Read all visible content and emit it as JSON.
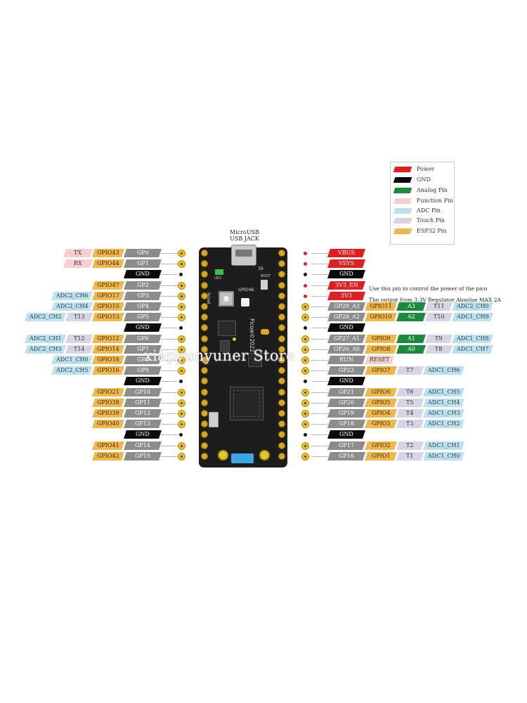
{
  "usb": {
    "line1": "MicroUSB",
    "line2": "USB JACK"
  },
  "legend": [
    {
      "label": "Power",
      "color": "#e21d1d"
    },
    {
      "label": "GND",
      "color": "#0b0b0b"
    },
    {
      "label": "Analog Pin",
      "color": "#1a8a3c"
    },
    {
      "label": "Function Pin",
      "color": "#f6cfcf"
    },
    {
      "label": "ADC Pin",
      "color": "#bfe1ee"
    },
    {
      "label": "Touch Pin",
      "color": "#d6d5e6"
    },
    {
      "label": "ESP32 Pin",
      "color": "#f0b74c"
    }
  ],
  "notes": {
    "en": "Use this pin to control the power of the pico",
    "v3": "The output from 3.3V Regulator Absolue MAX 2A"
  },
  "board_text": {
    "reset": "Reset",
    "led": "LED",
    "gpio46": "GPIO46",
    "picow": "Picow©2022",
    "boot": "BOOT",
    "pin39": "39"
  },
  "left_pins": [
    {
      "labels": [
        {
          "t": "TX",
          "k": "func"
        },
        {
          "t": "GPIO43",
          "k": "esp"
        },
        {
          "t": "GP0",
          "k": "gp"
        }
      ]
    },
    {
      "labels": [
        {
          "t": "RX",
          "k": "func"
        },
        {
          "t": "GPIO44",
          "k": "esp"
        },
        {
          "t": "GP1",
          "k": "gp"
        }
      ]
    },
    {
      "labels": [
        {
          "t": "GND",
          "k": "gnd"
        }
      ]
    },
    {
      "labels": [
        {
          "t": "GPIO47",
          "k": "esp"
        },
        {
          "t": "GP2",
          "k": "gp"
        }
      ]
    },
    {
      "labels": [
        {
          "t": "ADC2_CH6",
          "k": "adc"
        },
        {
          "t": "GPIO17",
          "k": "esp"
        },
        {
          "t": "GP3",
          "k": "gp"
        }
      ]
    },
    {
      "labels": [
        {
          "t": "ADC2_CH4",
          "k": "adc"
        },
        {
          "t": "GPIO15",
          "k": "esp"
        },
        {
          "t": "GP4",
          "k": "gp"
        }
      ]
    },
    {
      "labels": [
        {
          "t": "ADC2_CH2",
          "k": "adc"
        },
        {
          "t": "T13",
          "k": "touch"
        },
        {
          "t": "GPIO13",
          "k": "esp"
        },
        {
          "t": "GP5",
          "k": "gp"
        }
      ]
    },
    {
      "labels": [
        {
          "t": "GND",
          "k": "gnd"
        }
      ]
    },
    {
      "labels": [
        {
          "t": "ADC2_CH1",
          "k": "adc"
        },
        {
          "t": "T12",
          "k": "touch"
        },
        {
          "t": "GPIO12",
          "k": "esp"
        },
        {
          "t": "GP6",
          "k": "gp"
        }
      ]
    },
    {
      "labels": [
        {
          "t": "ADC2_CH3",
          "k": "adc"
        },
        {
          "t": "T14",
          "k": "touch"
        },
        {
          "t": "GPIO14",
          "k": "esp"
        },
        {
          "t": "GP7",
          "k": "gp"
        }
      ]
    },
    {
      "labels": [
        {
          "t": "ADC1_CH0",
          "k": "adc"
        },
        {
          "t": "GPIO18",
          "k": "esp"
        },
        {
          "t": "GP8",
          "k": "gp"
        }
      ]
    },
    {
      "labels": [
        {
          "t": "ADC2_CH5",
          "k": "adc"
        },
        {
          "t": "GPIO16",
          "k": "esp"
        },
        {
          "t": "GP9",
          "k": "gp"
        }
      ]
    },
    {
      "labels": [
        {
          "t": "GND",
          "k": "gnd"
        }
      ]
    },
    {
      "labels": [
        {
          "t": "GPIO21",
          "k": "esp"
        },
        {
          "t": "GP10",
          "k": "gp"
        }
      ]
    },
    {
      "labels": [
        {
          "t": "GPIO38",
          "k": "esp"
        },
        {
          "t": "GP11",
          "k": "gp"
        }
      ]
    },
    {
      "labels": [
        {
          "t": "GPIO39",
          "k": "esp"
        },
        {
          "t": "GP12",
          "k": "gp"
        }
      ]
    },
    {
      "labels": [
        {
          "t": "GPIO40",
          "k": "esp"
        },
        {
          "t": "GP13",
          "k": "gp"
        }
      ]
    },
    {
      "labels": [
        {
          "t": "GND",
          "k": "gnd"
        }
      ]
    },
    {
      "labels": [
        {
          "t": "GPIO41",
          "k": "esp"
        },
        {
          "t": "GP14",
          "k": "gp"
        }
      ]
    },
    {
      "labels": [
        {
          "t": "GPIO42",
          "k": "esp"
        },
        {
          "t": "GP15",
          "k": "gp"
        }
      ]
    }
  ],
  "right_pins": [
    {
      "labels": [
        {
          "t": "VBUS",
          "k": "power"
        }
      ]
    },
    {
      "labels": [
        {
          "t": "VSYS",
          "k": "power"
        }
      ]
    },
    {
      "labels": [
        {
          "t": "GND",
          "k": "gnd"
        }
      ]
    },
    {
      "labels": [
        {
          "t": "3V3_EN",
          "k": "power"
        }
      ]
    },
    {
      "labels": [
        {
          "t": "3V3",
          "k": "power"
        }
      ]
    },
    {
      "labels": [
        {
          "t": "GP28_A3",
          "k": "gp"
        },
        {
          "t": "GPIO11",
          "k": "esp"
        },
        {
          "t": "A3",
          "k": "analog"
        },
        {
          "t": "T11",
          "k": "touch"
        },
        {
          "t": "ADC2_CH0",
          "k": "adc"
        }
      ]
    },
    {
      "labels": [
        {
          "t": "GP28_A2",
          "k": "gp"
        },
        {
          "t": "GPIO10",
          "k": "esp"
        },
        {
          "t": "A2",
          "k": "analog"
        },
        {
          "t": "T10",
          "k": "touch"
        },
        {
          "t": "ADC1_CH9",
          "k": "adc"
        }
      ]
    },
    {
      "labels": [
        {
          "t": "GND",
          "k": "gnd"
        }
      ]
    },
    {
      "labels": [
        {
          "t": "GP27_A1",
          "k": "gp"
        },
        {
          "t": "GPIO9",
          "k": "esp"
        },
        {
          "t": "A1",
          "k": "analog"
        },
        {
          "t": "T9",
          "k": "touch"
        },
        {
          "t": "ADC1_CH8",
          "k": "adc"
        }
      ]
    },
    {
      "labels": [
        {
          "t": "GP26_A0",
          "k": "gp"
        },
        {
          "t": "GPIO8",
          "k": "esp"
        },
        {
          "t": "A0",
          "k": "analog"
        },
        {
          "t": "T8",
          "k": "touch"
        },
        {
          "t": "ADC1_CH7",
          "k": "adc"
        }
      ]
    },
    {
      "labels": [
        {
          "t": "RUN",
          "k": "gp"
        },
        {
          "t": "RESET",
          "k": "func"
        }
      ]
    },
    {
      "labels": [
        {
          "t": "GP22",
          "k": "gp"
        },
        {
          "t": "GPIO7",
          "k": "esp"
        },
        {
          "t": "T7",
          "k": "touch"
        },
        {
          "t": "ADC1_CH6",
          "k": "adc"
        }
      ]
    },
    {
      "labels": [
        {
          "t": "GND",
          "k": "gnd"
        }
      ]
    },
    {
      "labels": [
        {
          "t": "GP21",
          "k": "gp"
        },
        {
          "t": "GPIO6",
          "k": "esp"
        },
        {
          "t": "T6",
          "k": "touch"
        },
        {
          "t": "ADC1_CH5",
          "k": "adc"
        }
      ]
    },
    {
      "labels": [
        {
          "t": "GP20",
          "k": "gp"
        },
        {
          "t": "GPIO5",
          "k": "esp"
        },
        {
          "t": "T5",
          "k": "touch"
        },
        {
          "t": "ADC1_CH4",
          "k": "adc"
        }
      ]
    },
    {
      "labels": [
        {
          "t": "GP19",
          "k": "gp"
        },
        {
          "t": "GPIO4",
          "k": "esp"
        },
        {
          "t": "T4",
          "k": "touch"
        },
        {
          "t": "ADC1_CH3",
          "k": "adc"
        }
      ]
    },
    {
      "labels": [
        {
          "t": "GP18",
          "k": "gp"
        },
        {
          "t": "GPIO3",
          "k": "esp"
        },
        {
          "t": "T3",
          "k": "touch"
        },
        {
          "t": "ADC1_CH2",
          "k": "adc"
        }
      ]
    },
    {
      "labels": [
        {
          "t": "GND",
          "k": "gnd"
        }
      ]
    },
    {
      "labels": [
        {
          "t": "GP17",
          "k": "gp"
        },
        {
          "t": "GPIO2",
          "k": "esp"
        },
        {
          "t": "T2",
          "k": "touch"
        },
        {
          "t": "ADC1_CH1",
          "k": "adc"
        }
      ]
    },
    {
      "labels": [
        {
          "t": "GP16",
          "k": "gp"
        },
        {
          "t": "GPIO1",
          "k": "esp"
        },
        {
          "t": "T1",
          "k": "touch"
        },
        {
          "t": "ADC1_CH0",
          "k": "adc"
        }
      ]
    }
  ],
  "watermark": "xiapyunyuner Store"
}
